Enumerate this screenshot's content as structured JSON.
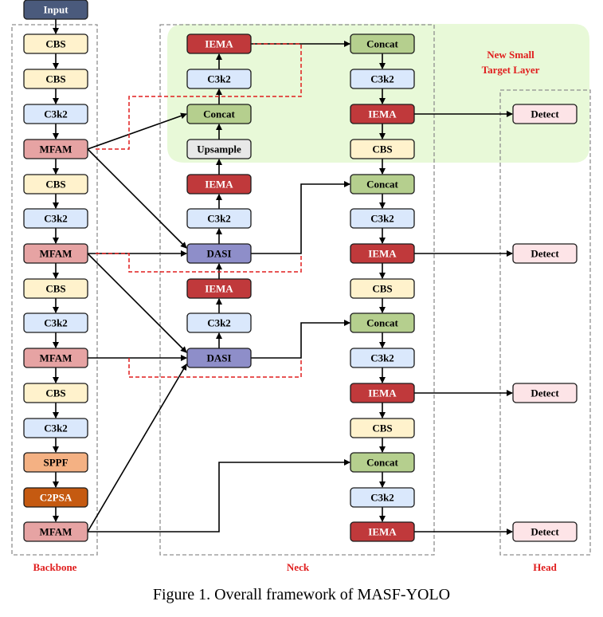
{
  "colors": {
    "input": "#4a5a7c",
    "cbs": "#fff2cc",
    "c3k2": "#dae8fc",
    "mfam": "#e6a3a3",
    "sppf": "#f4b183",
    "c2psa": "#c55a11",
    "iema": "#c0393b",
    "concat": "#b5cf8e",
    "upsample": "#e8e8e8",
    "dasi": "#8e8ec9",
    "detect": "#fde4e7",
    "accent_red": "#e01e1e",
    "highlight_green": "#e8f9d8"
  },
  "sections": {
    "backbone": "Backbone",
    "neck": "Neck",
    "head": "Head",
    "new_layer": [
      "New Small",
      "Target Layer"
    ]
  },
  "caption": "Figure 1. Overall framework of MASF-YOLO",
  "nodes": [
    {
      "id": "input",
      "label": "Input",
      "type": "input"
    },
    {
      "id": "b1",
      "label": "CBS",
      "type": "cbs"
    },
    {
      "id": "b2",
      "label": "CBS",
      "type": "cbs"
    },
    {
      "id": "b3",
      "label": "C3k2",
      "type": "c3k2"
    },
    {
      "id": "b4",
      "label": "MFAM",
      "type": "mfam"
    },
    {
      "id": "b5",
      "label": "CBS",
      "type": "cbs"
    },
    {
      "id": "b6",
      "label": "C3k2",
      "type": "c3k2"
    },
    {
      "id": "b7",
      "label": "MFAM",
      "type": "mfam"
    },
    {
      "id": "b8",
      "label": "CBS",
      "type": "cbs"
    },
    {
      "id": "b9",
      "label": "C3k2",
      "type": "c3k2"
    },
    {
      "id": "b10",
      "label": "MFAM",
      "type": "mfam"
    },
    {
      "id": "b11",
      "label": "CBS",
      "type": "cbs"
    },
    {
      "id": "b12",
      "label": "C3k2",
      "type": "c3k2"
    },
    {
      "id": "b13",
      "label": "SPPF",
      "type": "sppf"
    },
    {
      "id": "b14",
      "label": "C2PSA",
      "type": "c2psa"
    },
    {
      "id": "b15",
      "label": "MFAM",
      "type": "mfam"
    },
    {
      "id": "n1",
      "label": "IEMA",
      "type": "iema"
    },
    {
      "id": "n2",
      "label": "C3k2",
      "type": "c3k2"
    },
    {
      "id": "n3",
      "label": "Concat",
      "type": "concat"
    },
    {
      "id": "n4",
      "label": "Upsample",
      "type": "upsample"
    },
    {
      "id": "n5",
      "label": "IEMA",
      "type": "iema"
    },
    {
      "id": "n6",
      "label": "C3k2",
      "type": "c3k2"
    },
    {
      "id": "n7",
      "label": "DASI",
      "type": "dasi"
    },
    {
      "id": "n8",
      "label": "IEMA",
      "type": "iema"
    },
    {
      "id": "n9",
      "label": "C3k2",
      "type": "c3k2"
    },
    {
      "id": "n10",
      "label": "DASI",
      "type": "dasi"
    },
    {
      "id": "r1",
      "label": "Concat",
      "type": "concat"
    },
    {
      "id": "r2",
      "label": "C3k2",
      "type": "c3k2"
    },
    {
      "id": "r3",
      "label": "IEMA",
      "type": "iema"
    },
    {
      "id": "r4",
      "label": "CBS",
      "type": "cbs"
    },
    {
      "id": "r5",
      "label": "Concat",
      "type": "concat"
    },
    {
      "id": "r6",
      "label": "C3k2",
      "type": "c3k2"
    },
    {
      "id": "r7",
      "label": "IEMA",
      "type": "iema"
    },
    {
      "id": "r8",
      "label": "CBS",
      "type": "cbs"
    },
    {
      "id": "r9",
      "label": "Concat",
      "type": "concat"
    },
    {
      "id": "r10",
      "label": "C3k2",
      "type": "c3k2"
    },
    {
      "id": "r11",
      "label": "IEMA",
      "type": "iema"
    },
    {
      "id": "r12",
      "label": "CBS",
      "type": "cbs"
    },
    {
      "id": "r13",
      "label": "Concat",
      "type": "concat"
    },
    {
      "id": "r14",
      "label": "C3k2",
      "type": "c3k2"
    },
    {
      "id": "r15",
      "label": "IEMA",
      "type": "iema"
    },
    {
      "id": "d1",
      "label": "Detect",
      "type": "detect"
    },
    {
      "id": "d2",
      "label": "Detect",
      "type": "detect"
    },
    {
      "id": "d3",
      "label": "Detect",
      "type": "detect"
    },
    {
      "id": "d4",
      "label": "Detect",
      "type": "detect"
    }
  ]
}
